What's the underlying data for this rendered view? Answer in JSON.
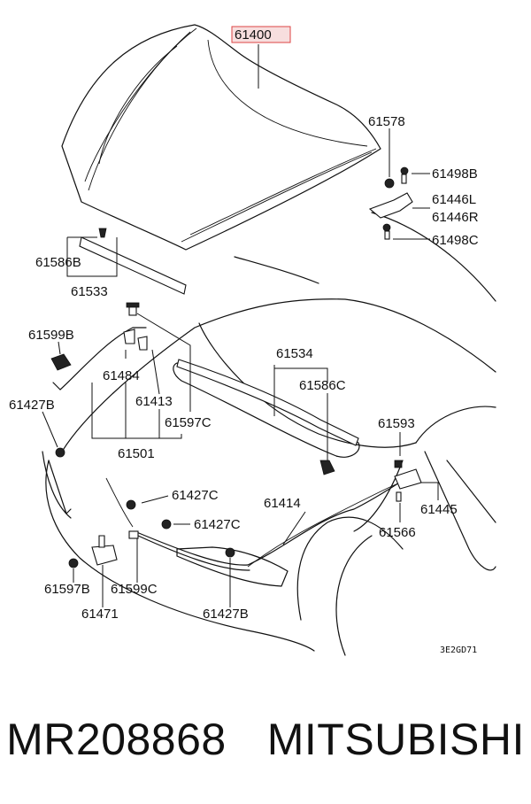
{
  "diagram": {
    "highlight_color": "#e8a0a0",
    "parts": {
      "p61400": "61400",
      "p61578": "61578",
      "p61498B": "61498B",
      "p61446L": "61446L",
      "p61446R": "61446R",
      "p61498C": "61498C",
      "p61586B": "61586B",
      "p61533": "61533",
      "p61599B": "61599B",
      "p61484": "61484",
      "p61413": "61413",
      "p61597C": "61597C",
      "p61427B_top": "61427B",
      "p61501": "61501",
      "p61534": "61534",
      "p61586C": "61586C",
      "p61593": "61593",
      "p61445": "61445",
      "p61566": "61566",
      "p61414": "61414",
      "p61427C_a": "61427C",
      "p61427C_b": "61427C",
      "p61597B": "61597B",
      "p61599C": "61599C",
      "p61471": "61471",
      "p61427B_bot": "61427B"
    },
    "diagram_code": "3E2GD71"
  },
  "footer": {
    "part_number": "MR208868",
    "brand": "MITSUBISHI"
  }
}
